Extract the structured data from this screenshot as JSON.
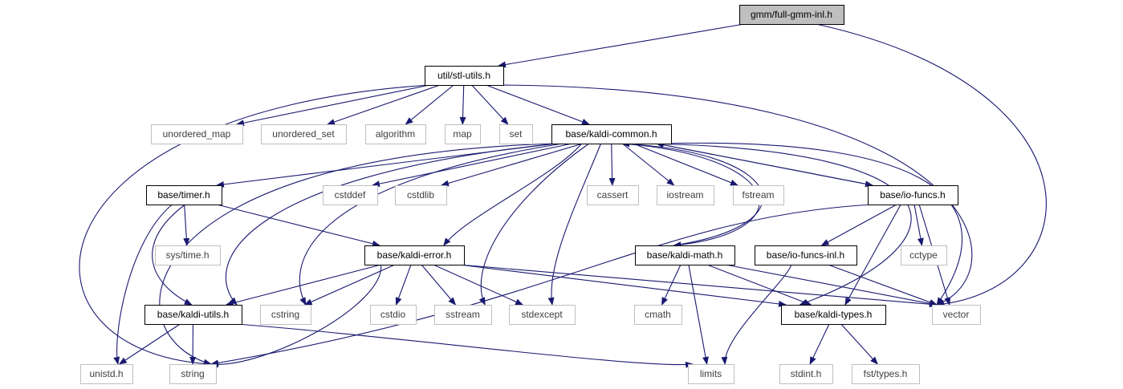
{
  "nodes": {
    "root": {
      "label": "gmm/full-gmm-inl.h",
      "kind": "root"
    },
    "stl_utils": {
      "label": "util/stl-utils.h",
      "kind": "local"
    },
    "unordered_map": {
      "label": "unordered_map",
      "kind": "system"
    },
    "unordered_set": {
      "label": "unordered_set",
      "kind": "system"
    },
    "algorithm": {
      "label": "algorithm",
      "kind": "system"
    },
    "map": {
      "label": "map",
      "kind": "system"
    },
    "set": {
      "label": "set",
      "kind": "system"
    },
    "kaldi_common": {
      "label": "base/kaldi-common.h",
      "kind": "local"
    },
    "timer": {
      "label": "base/timer.h",
      "kind": "local"
    },
    "cstddef": {
      "label": "cstddef",
      "kind": "system"
    },
    "cstdlib": {
      "label": "cstdlib",
      "kind": "system"
    },
    "cassert": {
      "label": "cassert",
      "kind": "system"
    },
    "iostream": {
      "label": "iostream",
      "kind": "system"
    },
    "fstream": {
      "label": "fstream",
      "kind": "system"
    },
    "io_funcs": {
      "label": "base/io-funcs.h",
      "kind": "local"
    },
    "sys_time": {
      "label": "sys/time.h",
      "kind": "system"
    },
    "kaldi_error": {
      "label": "base/kaldi-error.h",
      "kind": "local"
    },
    "kaldi_math": {
      "label": "base/kaldi-math.h",
      "kind": "local"
    },
    "io_funcs_inl": {
      "label": "base/io-funcs-inl.h",
      "kind": "local"
    },
    "cctype": {
      "label": "cctype",
      "kind": "system"
    },
    "kaldi_utils": {
      "label": "base/kaldi-utils.h",
      "kind": "local"
    },
    "cstring": {
      "label": "cstring",
      "kind": "system"
    },
    "cstdio": {
      "label": "cstdio",
      "kind": "system"
    },
    "sstream": {
      "label": "sstream",
      "kind": "system"
    },
    "stdexcept": {
      "label": "stdexcept",
      "kind": "system"
    },
    "cmath": {
      "label": "cmath",
      "kind": "system"
    },
    "kaldi_types": {
      "label": "base/kaldi-types.h",
      "kind": "local"
    },
    "vector": {
      "label": "vector",
      "kind": "system"
    },
    "unistd": {
      "label": "unistd.h",
      "kind": "system"
    },
    "string": {
      "label": "string",
      "kind": "system"
    },
    "limits": {
      "label": "limits",
      "kind": "system"
    },
    "stdint": {
      "label": "stdint.h",
      "kind": "system"
    },
    "fst_types": {
      "label": "fst/types.h",
      "kind": "system"
    }
  },
  "edges": [
    [
      "root",
      "stl_utils"
    ],
    [
      "root",
      "vector"
    ],
    [
      "stl_utils",
      "unordered_map"
    ],
    [
      "stl_utils",
      "unordered_set"
    ],
    [
      "stl_utils",
      "algorithm"
    ],
    [
      "stl_utils",
      "map"
    ],
    [
      "stl_utils",
      "set"
    ],
    [
      "stl_utils",
      "kaldi_common"
    ],
    [
      "stl_utils",
      "vector"
    ],
    [
      "stl_utils",
      "string"
    ],
    [
      "kaldi_common",
      "timer"
    ],
    [
      "kaldi_common",
      "cstddef"
    ],
    [
      "kaldi_common",
      "cstdlib"
    ],
    [
      "kaldi_common",
      "cassert"
    ],
    [
      "kaldi_common",
      "iostream"
    ],
    [
      "kaldi_common",
      "fstream"
    ],
    [
      "kaldi_common",
      "io_funcs"
    ],
    [
      "kaldi_common",
      "kaldi_error"
    ],
    [
      "kaldi_common",
      "kaldi_math"
    ],
    [
      "kaldi_common",
      "kaldi_utils"
    ],
    [
      "kaldi_common",
      "cstring"
    ],
    [
      "kaldi_common",
      "sstream"
    ],
    [
      "kaldi_common",
      "stdexcept"
    ],
    [
      "kaldi_common",
      "vector"
    ],
    [
      "kaldi_common",
      "string"
    ],
    [
      "kaldi_common",
      "kaldi_types"
    ],
    [
      "io_funcs",
      "kaldi_common"
    ],
    [
      "kaldi_math",
      "kaldi_common"
    ],
    [
      "timer",
      "sys_time"
    ],
    [
      "timer",
      "kaldi_error"
    ],
    [
      "timer",
      "kaldi_utils"
    ],
    [
      "timer",
      "unistd"
    ],
    [
      "kaldi_error",
      "kaldi_utils"
    ],
    [
      "kaldi_error",
      "cstring"
    ],
    [
      "kaldi_error",
      "cstdio"
    ],
    [
      "kaldi_error",
      "sstream"
    ],
    [
      "kaldi_error",
      "stdexcept"
    ],
    [
      "kaldi_error",
      "kaldi_types"
    ],
    [
      "kaldi_error",
      "vector"
    ],
    [
      "kaldi_error",
      "string"
    ],
    [
      "io_funcs",
      "io_funcs_inl"
    ],
    [
      "io_funcs",
      "cctype"
    ],
    [
      "io_funcs",
      "vector"
    ],
    [
      "io_funcs",
      "string"
    ],
    [
      "io_funcs",
      "kaldi_types"
    ],
    [
      "kaldi_math",
      "cmath"
    ],
    [
      "kaldi_math",
      "limits"
    ],
    [
      "kaldi_math",
      "kaldi_types"
    ],
    [
      "kaldi_math",
      "vector"
    ],
    [
      "io_funcs_inl",
      "limits"
    ],
    [
      "io_funcs_inl",
      "vector"
    ],
    [
      "kaldi_utils",
      "unistd"
    ],
    [
      "kaldi_utils",
      "string"
    ],
    [
      "kaldi_utils",
      "limits"
    ],
    [
      "kaldi_types",
      "stdint"
    ],
    [
      "kaldi_types",
      "fst_types"
    ]
  ],
  "colors": {
    "edge": "#191970",
    "root_fill": "#bfbfbf",
    "local_border": "#000000",
    "system_border": "#bfbfbf",
    "system_text": "#404040",
    "text": "#000000"
  }
}
